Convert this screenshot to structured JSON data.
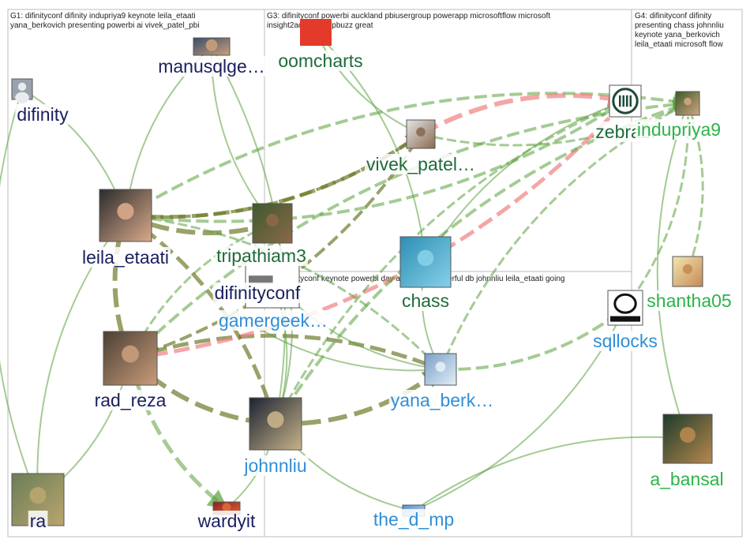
{
  "groups": [
    {
      "id": "G1",
      "caption": [
        "G1: difinityconf difinity indupriya9 keynote leila_etaati",
        "yana_berkovich presenting powerbi ai vivek_patel_pbi"
      ]
    },
    {
      "id": "G2",
      "caption": [
        "G2: difinityconf keynote powerbi day analytics wonderful db johnnliu leila_etaati going"
      ]
    },
    {
      "id": "G3",
      "caption": [
        "G3: difinityconf powerbi auckland pbiusergroup powerapp microsoftflow microsoft",
        "insight2actions mvpbuzz great"
      ]
    },
    {
      "id": "G4",
      "caption": [
        "G4: difinityconf difinity",
        "presenting chass johnnliu",
        "keynote yana_berkovich",
        "leila_etaati microsoft flow"
      ]
    }
  ],
  "colors": {
    "g1_label": "#1a1f5e",
    "g2_label": "#2f8fd8",
    "g3_label": "#1e6b3a",
    "g4_label": "#2db34a",
    "edge_green": "#5aa03c",
    "edge_olive": "#6e7a2a",
    "edge_red": "#f08080",
    "border": "#bbbbbb"
  },
  "nodes": [
    {
      "id": "manusqlgeek",
      "label": "manusqlge…",
      "group": "G1",
      "icon": "avatar-photo"
    },
    {
      "id": "difinity",
      "label": "difinity",
      "group": "G1",
      "icon": "default-user-icon"
    },
    {
      "id": "leila_etaati",
      "label": "leila_etaati",
      "group": "G1",
      "icon": "avatar-photo"
    },
    {
      "id": "rad_reza",
      "label": "rad_reza",
      "group": "G1",
      "icon": "avatar-photo"
    },
    {
      "id": "ra",
      "label": "ra",
      "group": "G1",
      "icon": "avatar-photo"
    },
    {
      "id": "wardyit",
      "label": "wardyit",
      "group": "G1",
      "icon": "avatar-photo"
    },
    {
      "id": "difinityconf",
      "label": "difinityconf",
      "group": "G1",
      "icon": "igeek-logo"
    },
    {
      "id": "oomcharts",
      "label": "oomcharts",
      "group": "G3",
      "icon": "red-logo"
    },
    {
      "id": "vivek_patel",
      "label": "vivek_patel…",
      "group": "G3",
      "icon": "avatar-photo"
    },
    {
      "id": "tripathiam3",
      "label": "tripathiam3",
      "group": "G3",
      "icon": "avatar-photo"
    },
    {
      "id": "chass",
      "label": "chass",
      "group": "G3",
      "icon": "avatar-photo"
    },
    {
      "id": "zebrabi",
      "label": "zebrabi",
      "group": "G3",
      "icon": "zebrabi-logo"
    },
    {
      "id": "gamergeek",
      "label": "gamergeek…",
      "group": "G2",
      "icon": "avatar-photo"
    },
    {
      "id": "yana_berkovich",
      "label": "yana_berk…",
      "group": "G2",
      "icon": "avatar-photo"
    },
    {
      "id": "johnnliu",
      "label": "johnnliu",
      "group": "G2",
      "icon": "avatar-photo"
    },
    {
      "id": "the_d_mp",
      "label": "the_d_mp",
      "group": "G2",
      "icon": "avatar-photo"
    },
    {
      "id": "sqllocks",
      "label": "sqllocks",
      "group": "G2",
      "icon": "sqllocks-logo"
    },
    {
      "id": "indupriya9",
      "label": "indupriya9",
      "group": "G4",
      "icon": "avatar-photo"
    },
    {
      "id": "shantha05",
      "label": "shantha05",
      "group": "G4",
      "icon": "avatar-photo"
    },
    {
      "id": "a_bansal",
      "label": "a_bansal",
      "group": "G4",
      "icon": "avatar-photo"
    }
  ],
  "edges": [
    [
      "rad_reza",
      "leila_etaati",
      "olive",
      6
    ],
    [
      "rad_reza",
      "johnnliu",
      "olive",
      6
    ],
    [
      "rad_reza",
      "yana_berkovich",
      "olive",
      5
    ],
    [
      "rad_reza",
      "wardyit",
      "green",
      5
    ],
    [
      "rad_reza",
      "indupriya9",
      "green",
      4
    ],
    [
      "rad_reza",
      "zebrabi",
      "red",
      5
    ],
    [
      "rad_reza",
      "ra",
      "green",
      2
    ],
    [
      "rad_reza",
      "vivek_patel",
      "olive",
      4
    ],
    [
      "rad_reza",
      "tripathiam3",
      "green",
      3
    ],
    [
      "leila_etaati",
      "zebrabi",
      "green",
      4
    ],
    [
      "leila_etaati",
      "indupriya9",
      "green",
      4
    ],
    [
      "leila_etaati",
      "vivek_patel",
      "olive",
      5
    ],
    [
      "leila_etaati",
      "johnnliu",
      "olive",
      5
    ],
    [
      "leila_etaati",
      "tripathiam3",
      "olive",
      6
    ],
    [
      "leila_etaati",
      "yana_berkovich",
      "green",
      3
    ],
    [
      "leila_etaati",
      "ra",
      "green",
      2
    ],
    [
      "vivek_patel",
      "zebrabi",
      "red",
      6
    ],
    [
      "vivek_patel",
      "indupriya9",
      "green",
      3
    ],
    [
      "vivek_patel",
      "leila_etaati",
      "olive",
      4
    ],
    [
      "johnnliu",
      "yana_berkovich",
      "olive",
      6
    ],
    [
      "johnnliu",
      "indupriya9",
      "green",
      4
    ],
    [
      "johnnliu",
      "the_d_mp",
      "green",
      2
    ],
    [
      "yana_berkovich",
      "indupriya9",
      "green",
      3
    ],
    [
      "yana_berkovich",
      "sqllocks",
      "green",
      4
    ],
    [
      "chass",
      "zebrabi",
      "green",
      2
    ],
    [
      "chass",
      "yana_berkovich",
      "green",
      2
    ],
    [
      "indupriya9",
      "shantha05",
      "green",
      3
    ],
    [
      "indupriya9",
      "a_bansal",
      "green",
      2
    ],
    [
      "indupriya9",
      "sqllocks",
      "green",
      3
    ],
    [
      "manusqlgeek",
      "leila_etaati",
      "green",
      2
    ],
    [
      "manusqlgeek",
      "johnnliu",
      "green",
      2
    ],
    [
      "manusqlgeek",
      "tripathiam3",
      "green",
      2
    ],
    [
      "difinity",
      "leila_etaati",
      "green",
      2
    ],
    [
      "difinity",
      "ra",
      "green",
      2
    ],
    [
      "oomcharts",
      "chass",
      "green",
      2
    ],
    [
      "oomcharts",
      "vivek_patel",
      "green",
      2
    ],
    [
      "tripathiam3",
      "johnnliu",
      "green",
      2
    ],
    [
      "gamergeek",
      "yana_berkovich",
      "green",
      2
    ],
    [
      "the_d_mp",
      "a_bansal",
      "green",
      2
    ],
    [
      "wardyit",
      "johnnliu",
      "green",
      2
    ],
    [
      "difinityconf",
      "johnnliu",
      "green",
      2
    ],
    [
      "difinityconf",
      "yana_berkovich",
      "green",
      2
    ],
    [
      "sqllocks",
      "the_d_mp",
      "green",
      2
    ],
    [
      "zebrabi",
      "johnnliu",
      "green",
      3
    ]
  ]
}
